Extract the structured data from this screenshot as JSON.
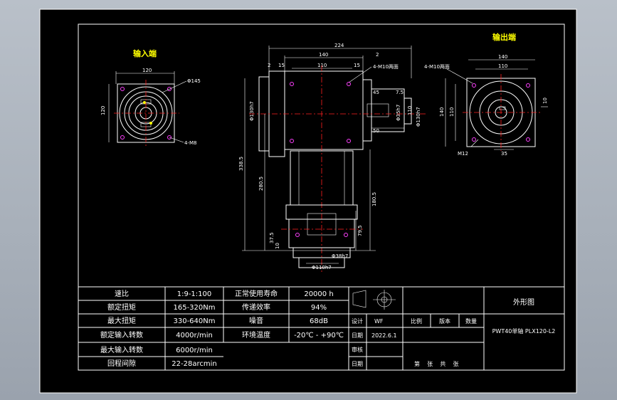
{
  "views": {
    "input_title": "输入端",
    "output_title": "输出端"
  },
  "dimensions": {
    "input_width": "120",
    "input_height": "120",
    "input_dia": "Φ145",
    "input_holes": "4-M8",
    "front_total": "224",
    "front_140": "140",
    "front_110": "110",
    "front_2a": "2",
    "front_15a": "15",
    "front_15b": "15",
    "front_2b": "2",
    "front_thread": "4-M10两面",
    "front_45": "45",
    "front_7_5": "7.5",
    "front_50": "50",
    "front_dia_left": "Φ130h7",
    "front_dia_shaft": "Φ35h7",
    "front_dia_right": "Φ130h7",
    "front_110r": "110",
    "height_338": "338.5",
    "height_280": "280.5",
    "height_180": "180.5",
    "height_79": "79.5",
    "height_37": "37.5",
    "height_10": "10",
    "bottom_dia_small": "Φ38h7",
    "bottom_dia_big": "Φ110h7",
    "output_140": "140",
    "output_110": "110",
    "output_holes": "4-M10两面",
    "output_height": "140",
    "output_110v": "110",
    "output_10": "10",
    "output_35": "35",
    "output_m12": "M12"
  },
  "spec_table": [
    [
      "速比",
      "1:9-1:100",
      "正常使用寿命",
      "20000 h"
    ],
    [
      "额定扭矩",
      "165-320Nm",
      "传递效率",
      "94%"
    ],
    [
      "最大扭矩",
      "330-640Nm",
      "噪音",
      "68dB"
    ],
    [
      "额定输入转数",
      "4000r/min",
      "环境温度",
      "-20℃ - +90℃"
    ],
    [
      "最大输入转数",
      "6000r/min",
      "",
      ""
    ],
    [
      "回程间隙",
      "22-28arcmin",
      "",
      ""
    ]
  ],
  "title_block": {
    "drawing_name": "外形图",
    "part_code": "PWT40单轴 PLX120-L2",
    "design_label": "设计",
    "design_value": "WF",
    "date_label": "日期",
    "date_value": "2022.6.1",
    "review_label": "审核",
    "date2_label": "日期",
    "scale_label": "比例",
    "version_label": "版本",
    "qty_label": "数量",
    "sheet_label": "第    张    共    张"
  }
}
